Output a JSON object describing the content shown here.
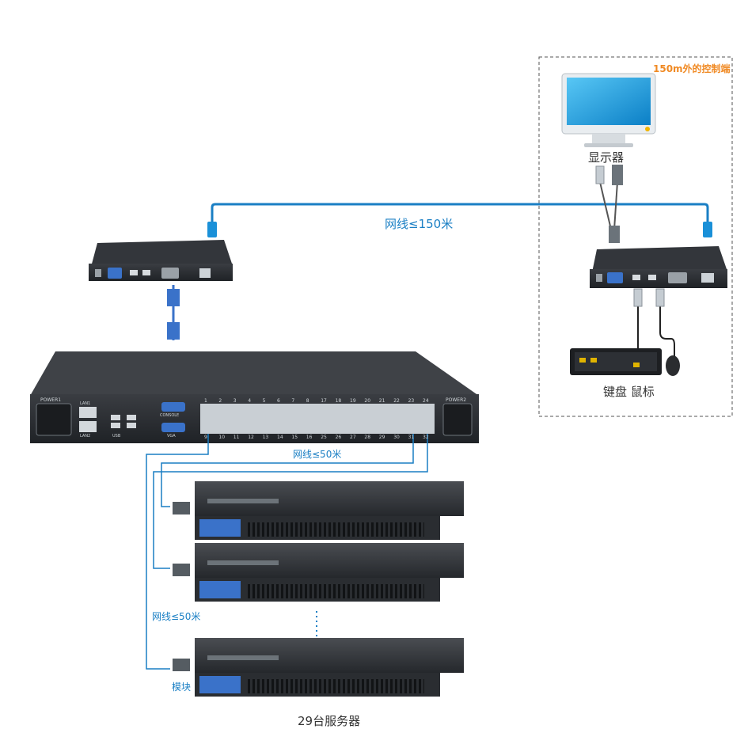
{
  "control_side": {
    "title": "150m外的控制端",
    "monitor_label": "显示器",
    "keyboard_mouse_label": "键盘 鼠标"
  },
  "cables": {
    "long_link": "网线≤150米",
    "server_link_top": "网线≤50米",
    "server_link_side": "网线≤50米"
  },
  "servers": {
    "module_label": "模块",
    "count_label": "29台服务器",
    "ellipsis": "⋮"
  },
  "kvm_switch": {
    "power_left": "POWER1",
    "power_right": "POWER2",
    "lan1": "LAN1",
    "lan2": "LAN2",
    "usb": "USB",
    "console": "CONSOLE",
    "vga": "VGA",
    "ports_top": [
      "1",
      "2",
      "3",
      "4",
      "5",
      "6",
      "7",
      "8",
      "17",
      "18",
      "19",
      "20",
      "21",
      "22",
      "23",
      "24"
    ],
    "ports_bottom": [
      "9",
      "10",
      "11",
      "12",
      "13",
      "14",
      "15",
      "16",
      "25",
      "26",
      "27",
      "28",
      "29",
      "30",
      "31",
      "32"
    ]
  },
  "colors": {
    "cable_blue": "#1a7fc4",
    "accent_orange": "#f08a24",
    "device_dark": "#2b2e33",
    "screen_blue": "#1aa3e8"
  }
}
